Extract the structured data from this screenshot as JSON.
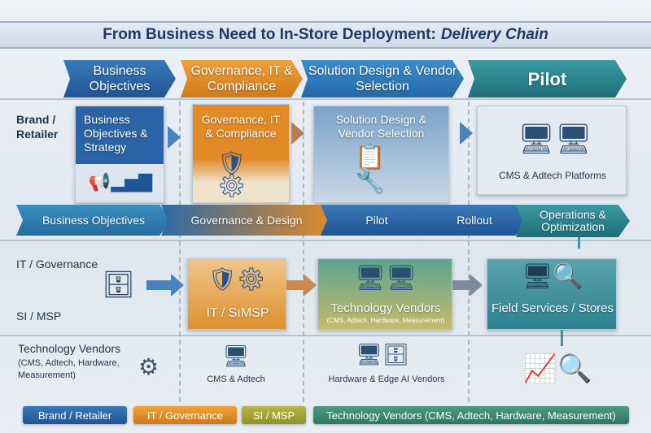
{
  "title": {
    "main": "From Business Need to In-Store Deployment:",
    "emphasis": "Delivery Chain"
  },
  "top_stages": [
    "Business Objectives",
    "Governance, IT & Compliance",
    "Solution Design & Vendor Selection",
    "Pilot"
  ],
  "lanes": {
    "brand": "Brand / Retailer",
    "it": "IT / Governance",
    "si": "SI / MSP",
    "tech": "Technology Vendors",
    "tech_sub": "(CMS, Adtech, Hardware, Measurement)"
  },
  "row1": {
    "box1": "Business Objectives & Strategy",
    "box2": "Governance, IT & Compliance",
    "box3": "Solution Design & Vendor Selection",
    "box4": "CMS & Adtech Platforms"
  },
  "phases": [
    "Business Objectives",
    "Governance & Design",
    "Pilot",
    "Rollout",
    "Operations & Optimization"
  ],
  "row2": {
    "box1": "IT / SıMSP",
    "box2": "Technology Vendors",
    "box2_sub": "(CMS, Adtech, Hardware, Measurement)",
    "box3": "Field Services / Stores"
  },
  "row3": {
    "cap1": "CMS & Adtech",
    "cap2": "Hardware & Edge AI Vendors"
  },
  "legend": [
    "Brand / Retailer",
    "IT / Governance",
    "SI / MSP",
    "Technology Vendors (CMS, Adtech, Hardware, Measurement)"
  ],
  "colors": {
    "blue": "#1f5597",
    "orange": "#d07918",
    "teal": "#1d6e7a",
    "green": "#2c7660",
    "olive": "#8f9228"
  }
}
